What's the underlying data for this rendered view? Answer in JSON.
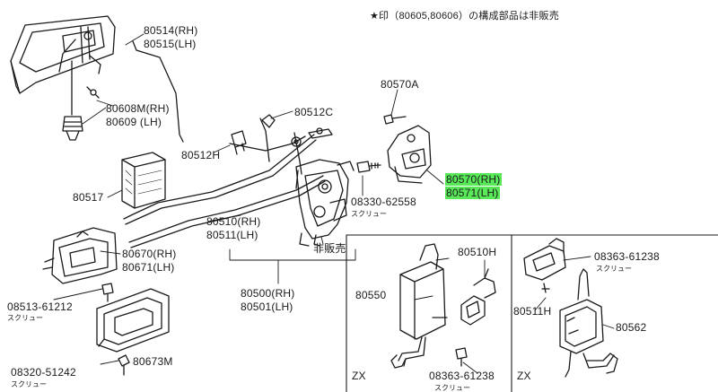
{
  "note": "★印（80605,80606）の構成部品は非販売",
  "labels": {
    "p80514": "80514(RH)",
    "p80515": "80515(LH)",
    "p80608": "80608M(RH)",
    "p80609": "80609 (LH)",
    "p80512c": "80512C",
    "p80512h": "80512H",
    "p80517": "80517",
    "p80510": "80510(RH)",
    "p80511": "80511(LH)",
    "p80570a": "80570A",
    "p80570": "80570(RH)",
    "p80571": "80571(LH)",
    "p08330": "08330-62558",
    "screw1": "スクリュー",
    "hibaibai": "非販売",
    "p80670": "80670(RH)",
    "p80671": "80671(LH)",
    "p08513": "08513-61212",
    "screw2": "スクリュー",
    "p80500": "80500(RH)",
    "p80501": "80501(LH)",
    "p08320": "08320-51242",
    "screw3": "スクリュー",
    "p80673m": "80673M",
    "p80510h": "80510H",
    "p80550": "80550",
    "p08363a": "08363-61238",
    "screw4": "スクリュー",
    "zx1": "ZX",
    "p80511h": "80511H",
    "p08363b": "08363-61238",
    "screw5": "スクリュー",
    "p80562": "80562",
    "zx2": "ZX"
  },
  "colors": {
    "highlight": "#58e858",
    "ink": "#1a1a1a"
  }
}
